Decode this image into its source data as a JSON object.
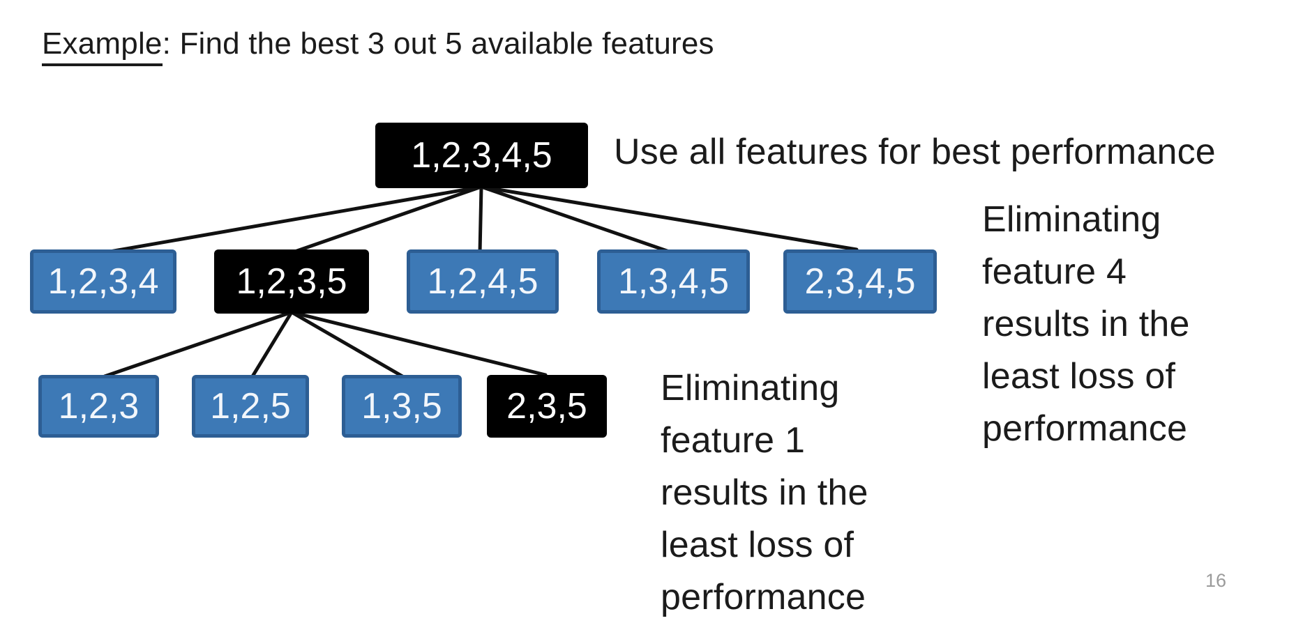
{
  "title": {
    "underlined_part": "Example",
    "rest": ": Find the best 3 out 5 available features"
  },
  "tree": {
    "root": {
      "label": "1,2,3,4,5",
      "variant": "black"
    },
    "level2": [
      {
        "label": "1,2,3,4",
        "variant": "blue"
      },
      {
        "label": "1,2,3,5",
        "variant": "black"
      },
      {
        "label": "1,2,4,5",
        "variant": "blue"
      },
      {
        "label": "1,3,4,5",
        "variant": "blue"
      },
      {
        "label": "2,3,4,5",
        "variant": "blue"
      }
    ],
    "level3": [
      {
        "label": "1,2,3",
        "variant": "blue"
      },
      {
        "label": "1,2,5",
        "variant": "blue"
      },
      {
        "label": "1,3,5",
        "variant": "blue"
      },
      {
        "label": "2,3,5",
        "variant": "black"
      }
    ]
  },
  "annotations": {
    "root_note": "Use all features for best performance",
    "eliminate_feature_4": {
      "lines": [
        "Eliminating",
        "feature 4",
        "results in the",
        "least loss of",
        "performance"
      ]
    },
    "eliminate_feature_1": {
      "lines": [
        "Eliminating",
        "feature 1",
        "results in the",
        "least loss of",
        "performance"
      ]
    }
  },
  "page_number": "16",
  "colors": {
    "node_blue": "#3d79b6",
    "node_blue_border": "#2d5e94",
    "node_black": "#000000",
    "edge_black": "#111111",
    "text_dark": "#1b1b1b",
    "page_number_gray": "#9b9b9b"
  }
}
